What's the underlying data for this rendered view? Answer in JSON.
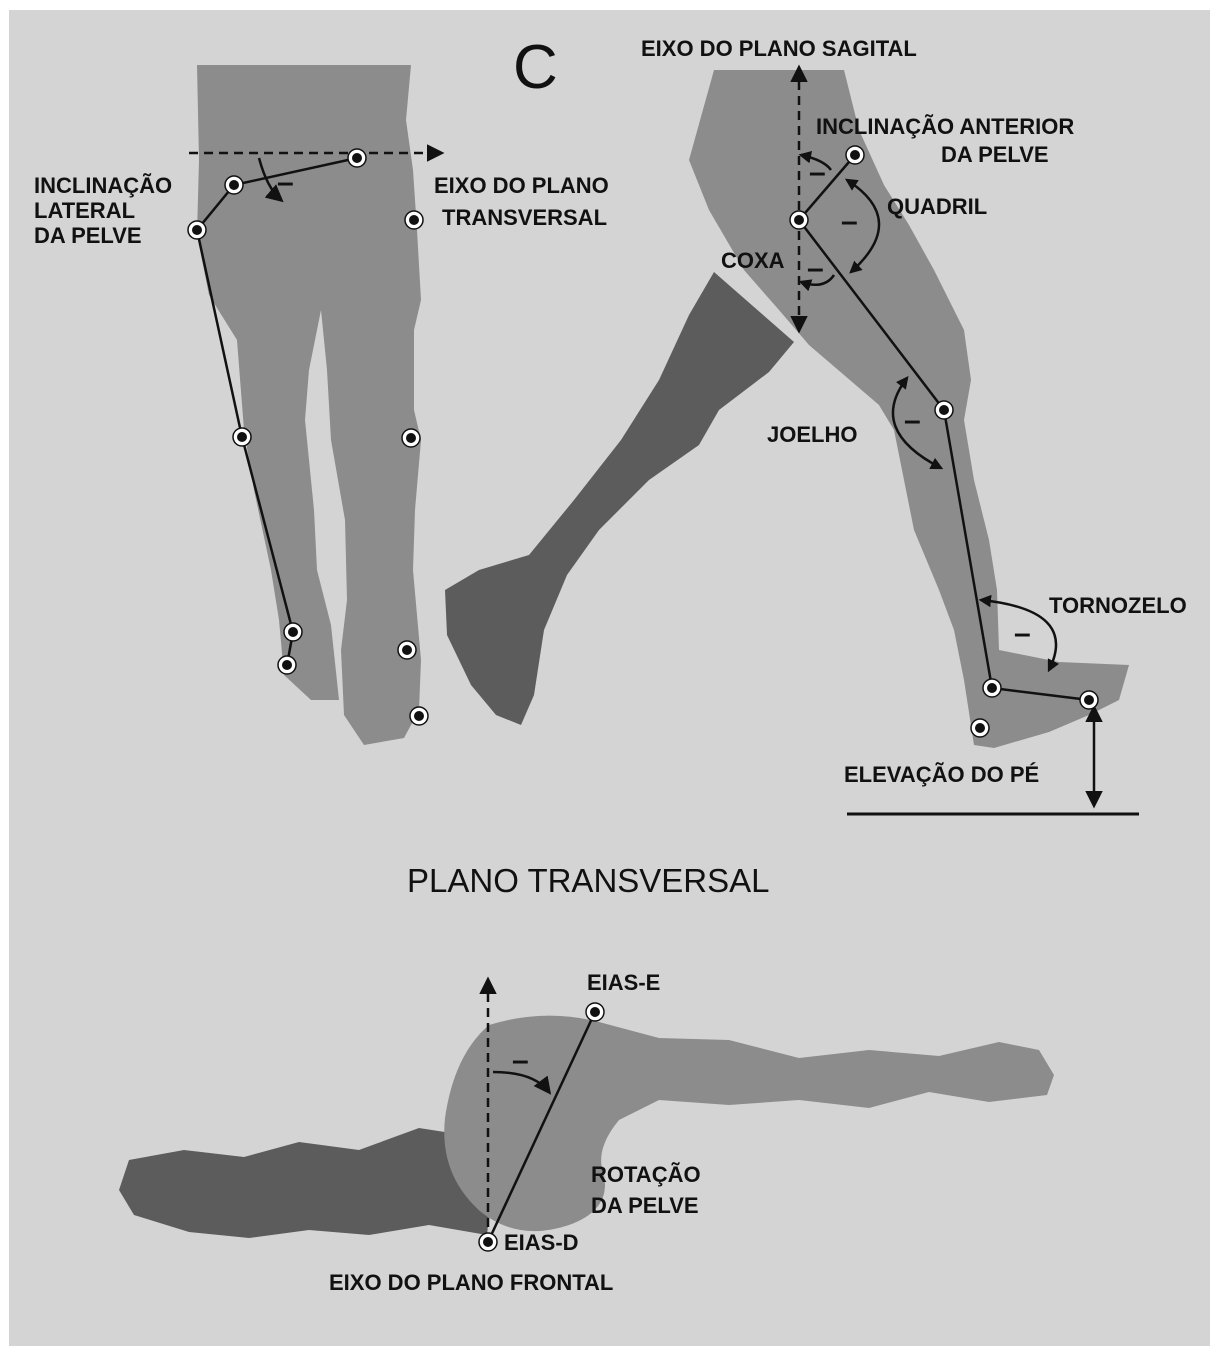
{
  "panel_letter": "C",
  "labels": {
    "sagittal_axis": "EIXO DO PLANO SAGITAL",
    "anterior_tilt_1": "INCLINAÇÃO ANTERIOR",
    "anterior_tilt_2": "DA PELVE",
    "hip": "QUADRIL",
    "thigh": "COXA",
    "knee": "JOELHO",
    "ankle": "TORNOZELO",
    "foot_elevation": "ELEVAÇÃO DO PÉ",
    "lateral_tilt_1": "INCLINAÇÃO",
    "lateral_tilt_2": "LATERAL",
    "lateral_tilt_3": "DA PELVE",
    "transverse_axis_1": "EIXO DO PLANO",
    "transverse_axis_2": "TRANSVERSAL",
    "transverse_plane_title": "PLANO TRANSVERSAL",
    "asis_left": "EIAS-E",
    "asis_right": "EIAS-D",
    "pelvic_rotation_1": "ROTAÇÃO",
    "pelvic_rotation_2": "DA PELVE",
    "frontal_axis": "EIXO DO PLANO FRONTAL"
  },
  "sign_symbol": "–",
  "colors": {
    "background": "#d4d4d4",
    "body_light": "#8c8c8c",
    "body_dark": "#5c5c5c",
    "lines": "#111111"
  }
}
